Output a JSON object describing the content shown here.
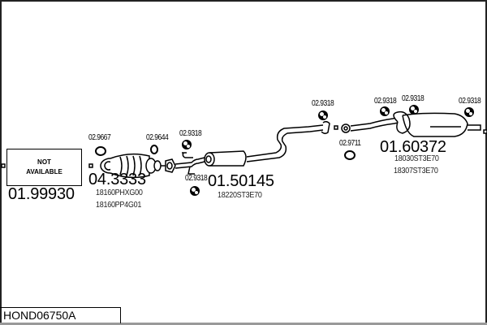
{
  "diagram": {
    "reference": "HOND06750A",
    "sections": [
      {
        "id": "front-pipe",
        "part_number": "01.99930",
        "box_text": [
          "NOT",
          "AVAILABLE"
        ],
        "oem_numbers": []
      },
      {
        "id": "catalytic-converter",
        "part_number": "04.3333",
        "oem_numbers": [
          "18160PHXG00",
          "18160PP4G01"
        ]
      },
      {
        "id": "centre-silencer",
        "part_number": "01.50145",
        "oem_numbers": [
          "18220ST3E70"
        ]
      },
      {
        "id": "rear-silencer",
        "part_number": "01.60372",
        "oem_numbers": [
          "18030ST3E70",
          "18307ST3E70"
        ]
      }
    ],
    "fittings": [
      {
        "id": "gasket-1",
        "code": "02.9667",
        "type": "ring"
      },
      {
        "id": "gasket-2",
        "code": "02.9644",
        "type": "ring"
      },
      {
        "id": "hanger-1",
        "code": "02.9318",
        "type": "rubber-mount"
      },
      {
        "id": "hanger-2",
        "code": "02.9318",
        "type": "rubber-mount"
      },
      {
        "id": "hanger-3",
        "code": "02.9318",
        "type": "rubber-mount"
      },
      {
        "id": "gasket-3",
        "code": "02.9711",
        "type": "ring"
      },
      {
        "id": "hanger-4",
        "code": "02.9318",
        "type": "rubber-mount"
      },
      {
        "id": "hanger-5",
        "code": "02.9318",
        "type": "rubber-mount"
      },
      {
        "id": "hanger-6",
        "code": "02.9318",
        "type": "rubber-mount"
      }
    ]
  }
}
